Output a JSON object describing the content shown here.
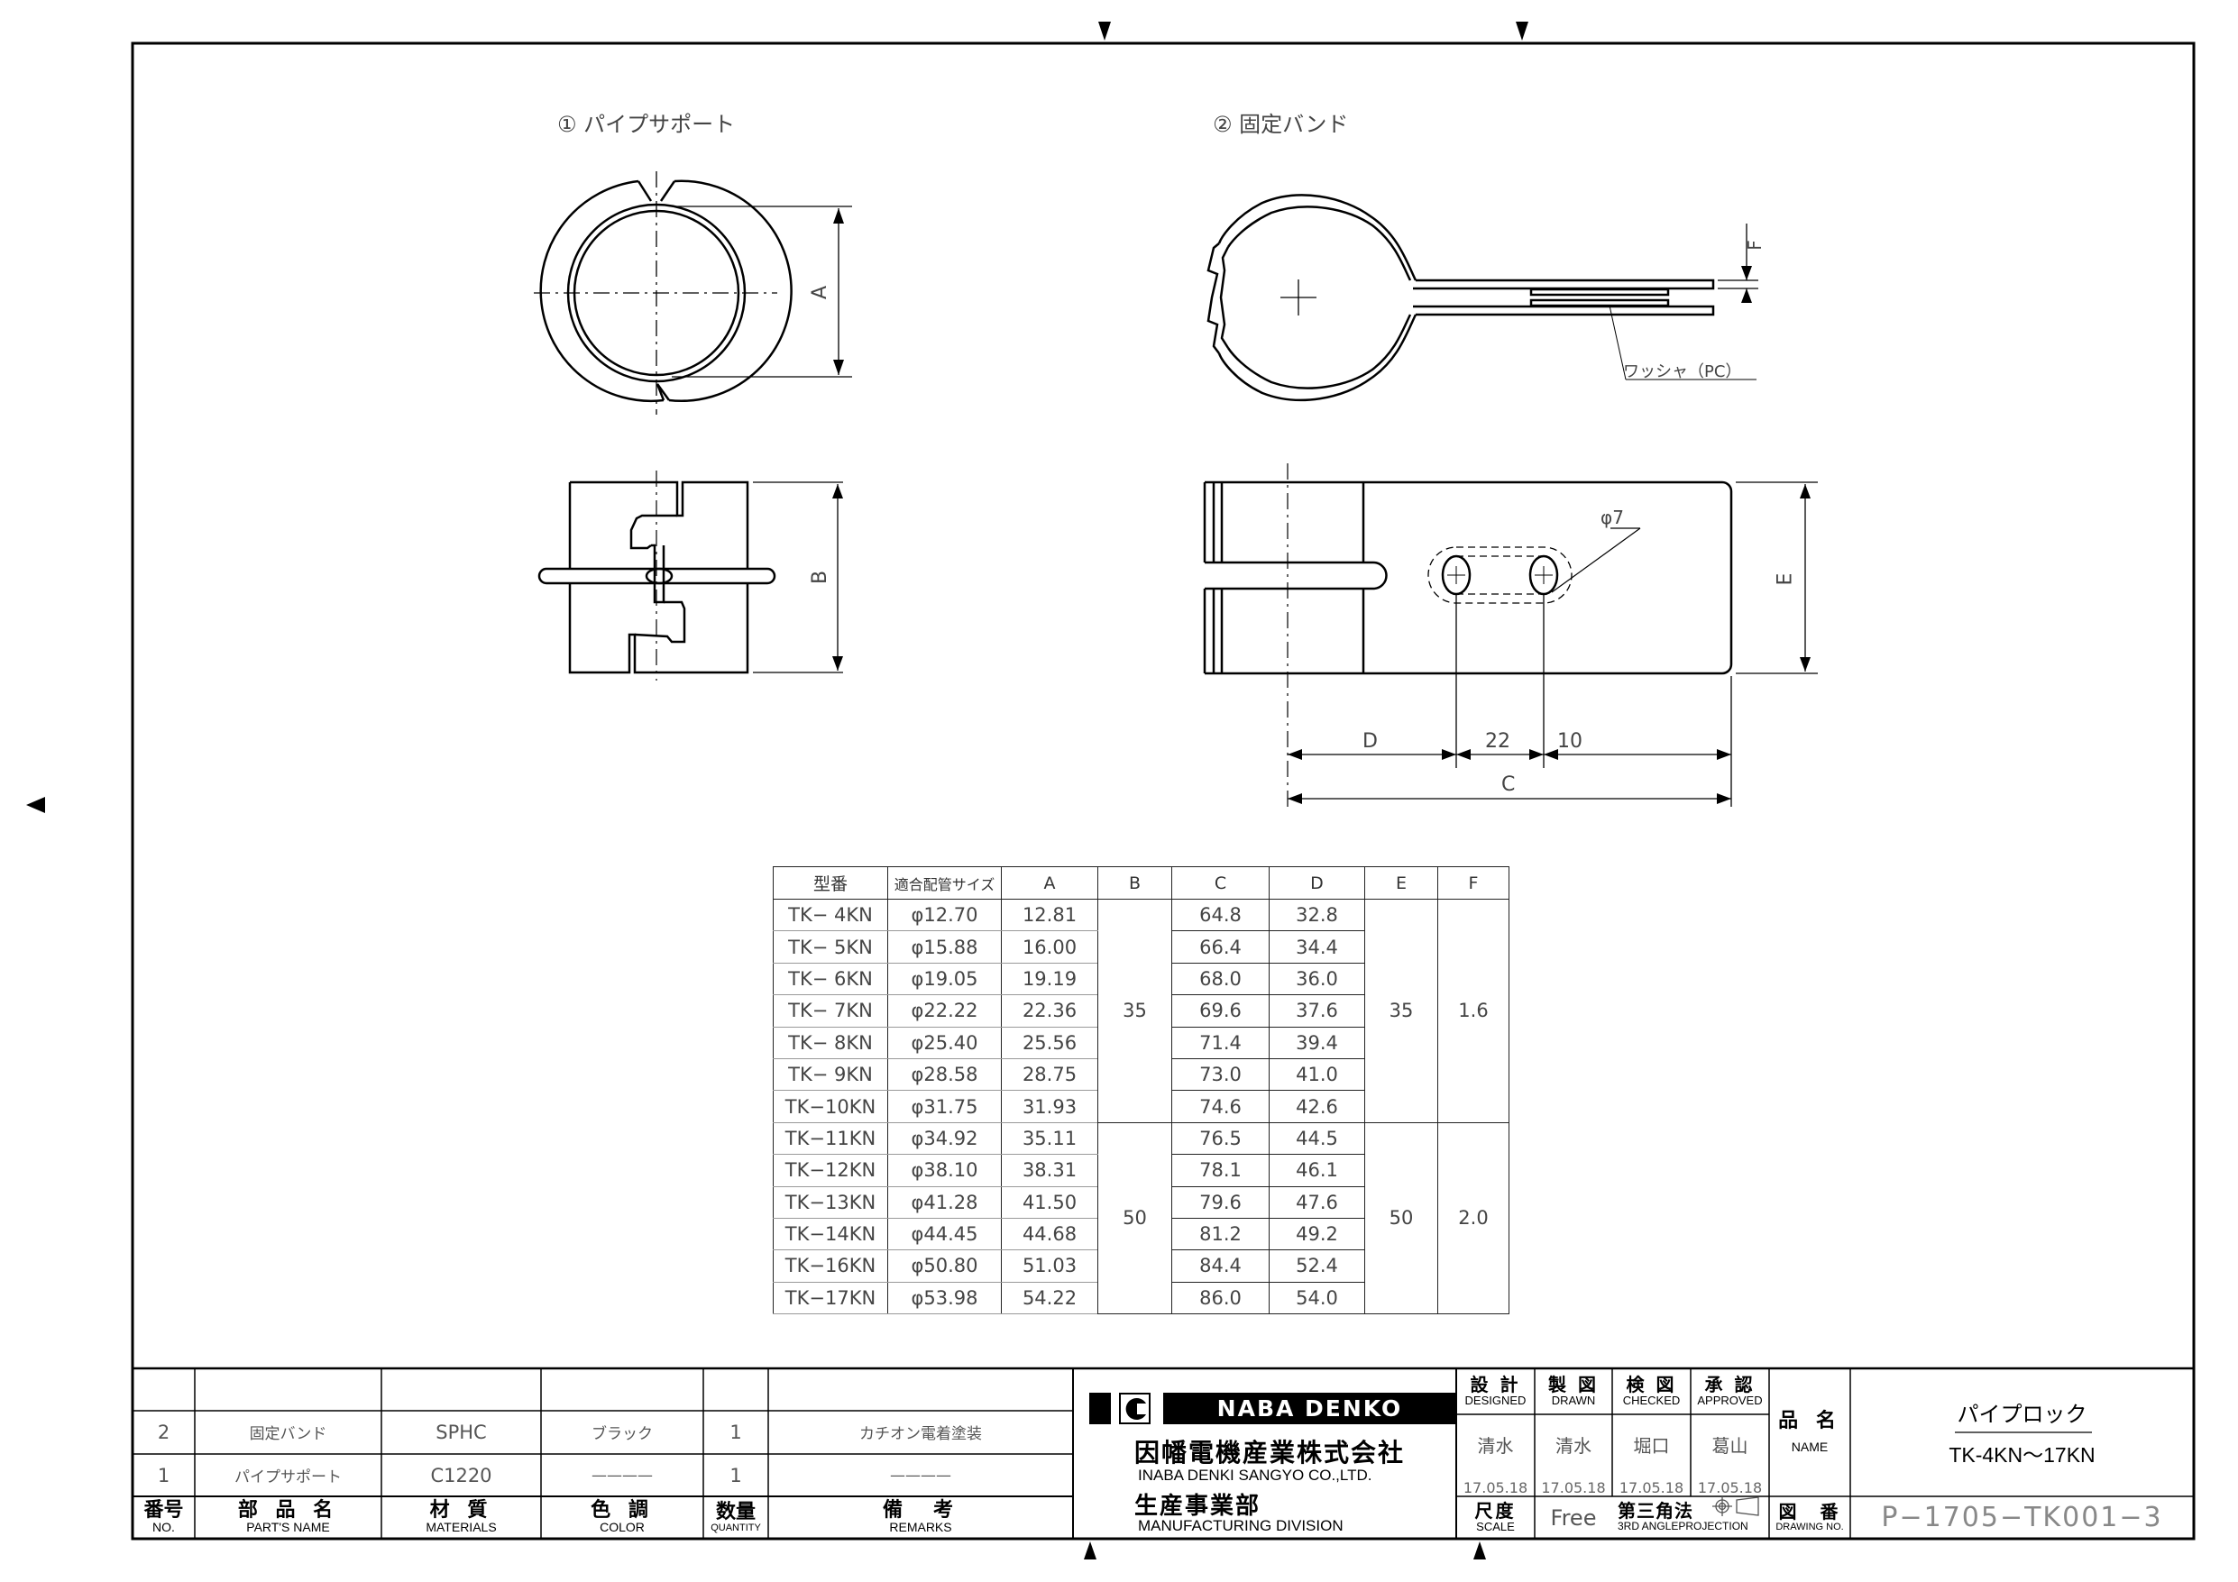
{
  "views": {
    "part1_title": "① パイプサポート",
    "part2_title": "② 固定バンド",
    "dim_A": "A",
    "dim_B": "B",
    "dim_C": "C",
    "dim_D": "D",
    "dim_E": "E",
    "dim_F": "F",
    "dim_22": "22",
    "dim_10": "10",
    "hole_label": "φ7",
    "washer_label": "ワッシャ（PC）"
  },
  "dimension_table": {
    "headers": [
      "型番",
      "適合配管サイズ",
      "A",
      "B",
      "C",
      "D",
      "E",
      "F"
    ],
    "groups": [
      {
        "B": "35",
        "E": "35",
        "F": "1.6",
        "rows": [
          {
            "model": "TK− 4KN",
            "size": "φ12.70",
            "A": "12.81",
            "C": "64.8",
            "D": "32.8"
          },
          {
            "model": "TK− 5KN",
            "size": "φ15.88",
            "A": "16.00",
            "C": "66.4",
            "D": "34.4"
          },
          {
            "model": "TK− 6KN",
            "size": "φ19.05",
            "A": "19.19",
            "C": "68.0",
            "D": "36.0"
          },
          {
            "model": "TK− 7KN",
            "size": "φ22.22",
            "A": "22.36",
            "C": "69.6",
            "D": "37.6"
          },
          {
            "model": "TK− 8KN",
            "size": "φ25.40",
            "A": "25.56",
            "C": "71.4",
            "D": "39.4"
          },
          {
            "model": "TK− 9KN",
            "size": "φ28.58",
            "A": "28.75",
            "C": "73.0",
            "D": "41.0"
          },
          {
            "model": "TK−10KN",
            "size": "φ31.75",
            "A": "31.93",
            "C": "74.6",
            "D": "42.6"
          }
        ]
      },
      {
        "B": "50",
        "E": "50",
        "F": "2.0",
        "rows": [
          {
            "model": "TK−11KN",
            "size": "φ34.92",
            "A": "35.11",
            "C": "76.5",
            "D": "44.5"
          },
          {
            "model": "TK−12KN",
            "size": "φ38.10",
            "A": "38.31",
            "C": "78.1",
            "D": "46.1"
          },
          {
            "model": "TK−13KN",
            "size": "φ41.28",
            "A": "41.50",
            "C": "79.6",
            "D": "47.6"
          },
          {
            "model": "TK−14KN",
            "size": "φ44.45",
            "A": "44.68",
            "C": "81.2",
            "D": "49.2"
          },
          {
            "model": "TK−16KN",
            "size": "φ50.80",
            "A": "51.03",
            "C": "84.4",
            "D": "52.4"
          },
          {
            "model": "TK−17KN",
            "size": "φ53.98",
            "A": "54.22",
            "C": "86.0",
            "D": "54.0"
          }
        ]
      }
    ]
  },
  "parts_list": {
    "rows": [
      {
        "no": "",
        "name": "",
        "material": "",
        "color": "",
        "qty": "",
        "remarks": ""
      },
      {
        "no": "2",
        "name": "固定バンド",
        "material": "SPHC",
        "color": "ブラック",
        "qty": "1",
        "remarks": "カチオン電着塗装"
      },
      {
        "no": "1",
        "name": "パイプサポート",
        "material": "C1220",
        "color": "————",
        "qty": "1",
        "remarks": "————"
      }
    ],
    "headers": [
      {
        "jp": "番号",
        "en": "NO."
      },
      {
        "jp": "部 品 名",
        "en": "PART'S NAME"
      },
      {
        "jp": "材 質",
        "en": "MATERIALS"
      },
      {
        "jp": "色 調",
        "en": "COLOR"
      },
      {
        "jp": "数量",
        "en": "QUANTITY"
      },
      {
        "jp": "備　考",
        "en": "REMARKS"
      }
    ]
  },
  "company": {
    "brand": "NABA DENKO",
    "name_jp": "因幡電機産業株式会社",
    "name_en": "INABA DENKI SANGYO CO.,LTD.",
    "division_jp": "生産事業部",
    "division_en": "MANUFACTURING DIVISION"
  },
  "signoff": {
    "columns": [
      {
        "jp": "設 計",
        "en": "DESIGNED",
        "person": "清水",
        "date": "17.05.18"
      },
      {
        "jp": "製 図",
        "en": "DRAWN",
        "person": "清水",
        "date": "17.05.18"
      },
      {
        "jp": "検 図",
        "en": "CHECKED",
        "person": "堀口",
        "date": "17.05.18"
      },
      {
        "jp": "承 認",
        "en": "APPROVED",
        "person": "葛山",
        "date": "17.05.18"
      }
    ],
    "scale_jp": "尺度",
    "scale_en": "SCALE",
    "scale_value": "Free",
    "projection_jp": "第三角法",
    "projection_en": "3RD ANGLEPROJECTION"
  },
  "product": {
    "name_label_jp": "品 名",
    "name_label_en": "NAME",
    "name": "パイプロック",
    "model_range": "TK-4KN〜17KN",
    "drawing_no_label_jp": "図　番",
    "drawing_no_label_en": "DRAWING NO.",
    "drawing_no": "P−1705−TK001−3"
  }
}
